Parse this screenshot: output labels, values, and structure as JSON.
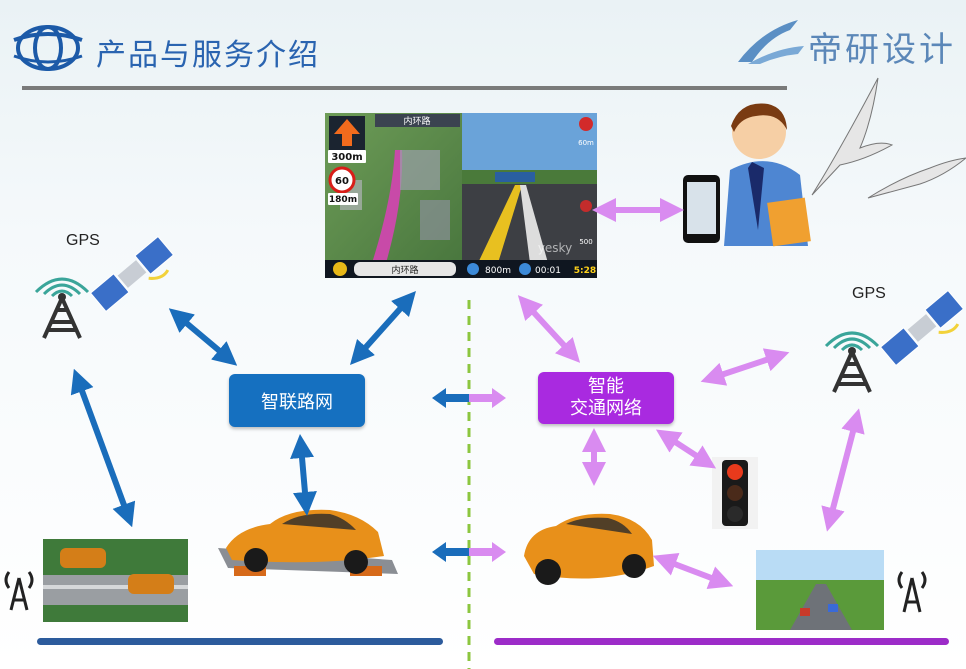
{
  "header": {
    "title": "产品与服务介绍",
    "brand": "帝研设计"
  },
  "labels": {
    "gps_left": "GPS",
    "gps_right": "GPS"
  },
  "nodes": {
    "smart_road_network": "智联路网",
    "smart_traffic_line1": "智能",
    "smart_traffic_line2": "交通网络"
  },
  "nav_screen": {
    "road_name_top": "内环路",
    "distance_arrow": "300m",
    "speed_limit": "60",
    "distance_sign": "180m",
    "road_name_bottom": "内环路",
    "remaining": "800m",
    "elapsed": "00:01",
    "clock": "5:28",
    "watermark": "yesky",
    "dist_right_1": "60m",
    "dist_right_2": "500"
  },
  "colors": {
    "blue": "#1570c0",
    "purple": "#a92ae0",
    "arrow_blue": "#1a6dbb",
    "arrow_purple": "#d98bf0",
    "divider": "#8cc63f"
  }
}
